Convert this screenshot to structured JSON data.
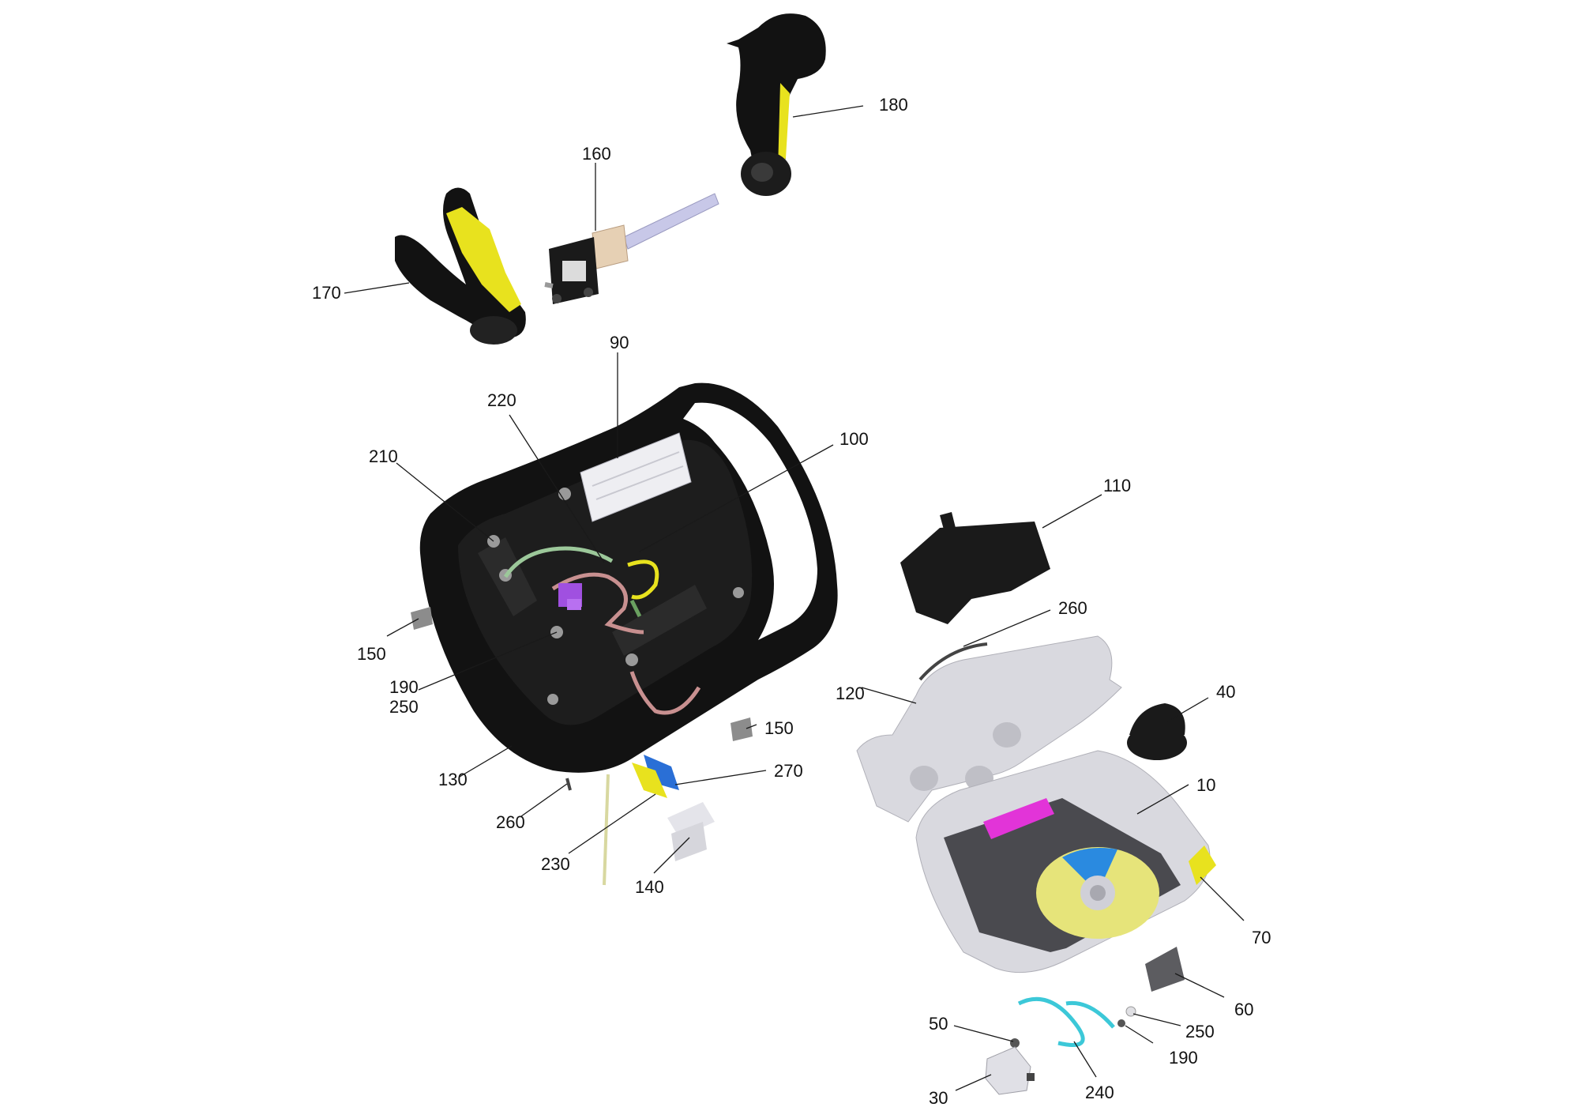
{
  "diagram": {
    "type": "exploded-parts-view",
    "callouts": [
      {
        "id": "c180",
        "label": "180"
      },
      {
        "id": "c160",
        "label": "160"
      },
      {
        "id": "c170",
        "label": "170"
      },
      {
        "id": "c90",
        "label": "90"
      },
      {
        "id": "c220",
        "label": "220"
      },
      {
        "id": "c100",
        "label": "100"
      },
      {
        "id": "c210",
        "label": "210"
      },
      {
        "id": "c110",
        "label": "110"
      },
      {
        "id": "c260a",
        "label": "260"
      },
      {
        "id": "c150a",
        "label": "150"
      },
      {
        "id": "c190a",
        "label": "190"
      },
      {
        "id": "c250a",
        "label": "250"
      },
      {
        "id": "c120",
        "label": "120"
      },
      {
        "id": "c40",
        "label": "40"
      },
      {
        "id": "c150b",
        "label": "150"
      },
      {
        "id": "c10",
        "label": "10"
      },
      {
        "id": "c270",
        "label": "270"
      },
      {
        "id": "c130",
        "label": "130"
      },
      {
        "id": "c260b",
        "label": "260"
      },
      {
        "id": "c230",
        "label": "230"
      },
      {
        "id": "c140",
        "label": "140"
      },
      {
        "id": "c70",
        "label": "70"
      },
      {
        "id": "c60",
        "label": "60"
      },
      {
        "id": "c50",
        "label": "50"
      },
      {
        "id": "c250b",
        "label": "250"
      },
      {
        "id": "c190b",
        "label": "190"
      },
      {
        "id": "c30",
        "label": "30"
      },
      {
        "id": "c240",
        "label": "240"
      }
    ],
    "colors": {
      "housing": "#121212",
      "housing_light": "#d9d9df",
      "yellow": "#e8e21e",
      "magenta": "#e234d8",
      "purple": "#a050e0",
      "blue": "#2a6fd6",
      "cyan": "#3cc8d8",
      "green_wire": "#9cc89a",
      "pink_wire": "#c89090"
    }
  }
}
